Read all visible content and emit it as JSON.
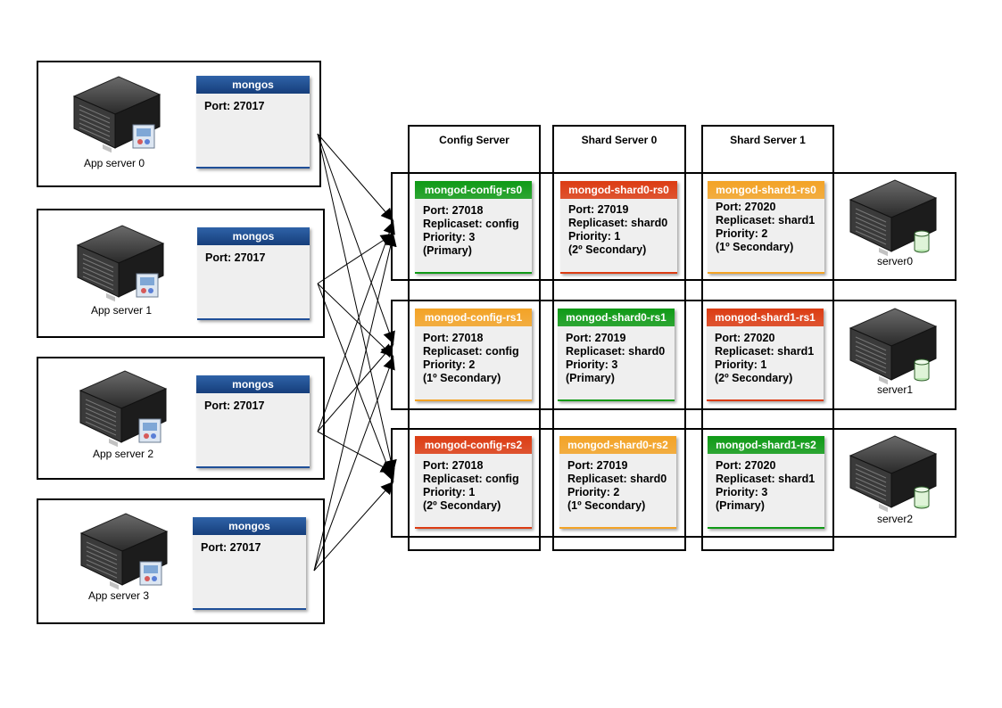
{
  "colors": {
    "green": "#0f9a16",
    "red": "#dc3c13",
    "orange": "#f3a326",
    "mongos_blue": "#1f4f98"
  },
  "app_servers": [
    {
      "label": "App server 0",
      "mongos_title": "mongos",
      "port": "Port: 27017"
    },
    {
      "label": "App server 1",
      "mongos_title": "mongos",
      "port": "Port: 27017"
    },
    {
      "label": "App server 2",
      "mongos_title": "mongos",
      "port": "Port: 27017"
    },
    {
      "label": "App server 3",
      "mongos_title": "mongos",
      "port": "Port: 27017"
    }
  ],
  "columns": [
    "Config Server",
    "Shard Server 0",
    "Shard Server 1"
  ],
  "rows": [
    {
      "server_label": "server0",
      "cards": [
        {
          "title": "mongod-config-rs0",
          "color": "green",
          "lines": [
            "Port: 27018",
            "Replicaset: config",
            "Priority: 3",
            "(Primary)"
          ]
        },
        {
          "title": "mongod-shard0-rs0",
          "color": "red",
          "lines": [
            "Port: 27019",
            "Replicaset: shard0",
            "Priority: 1",
            "(2º Secondary)"
          ]
        },
        {
          "title": "mongod-shard1-rs0",
          "color": "orange",
          "lines": [
            "Port: 27020",
            "Replicaset: shard1",
            "Priority: 2",
            "(1º Secondary)"
          ]
        }
      ]
    },
    {
      "server_label": "server1",
      "cards": [
        {
          "title": "mongod-config-rs1",
          "color": "orange",
          "lines": [
            "Port: 27018",
            "Replicaset: config",
            "Priority: 2",
            "(1º Secondary)"
          ]
        },
        {
          "title": "mongod-shard0-rs1",
          "color": "green",
          "lines": [
            "Port: 27019",
            "Replicaset: shard0",
            "Priority: 3",
            "(Primary)"
          ]
        },
        {
          "title": "mongod-shard1-rs1",
          "color": "red",
          "lines": [
            "Port: 27020",
            "Replicaset: shard1",
            "Priority: 1",
            "(2º Secondary)"
          ]
        }
      ]
    },
    {
      "server_label": "server2",
      "cards": [
        {
          "title": "mongod-config-rs2",
          "color": "red",
          "lines": [
            "Port: 27018",
            "Replicaset: config",
            "Priority: 1",
            "(2º Secondary)"
          ]
        },
        {
          "title": "mongod-shard0-rs2",
          "color": "orange",
          "lines": [
            "Port: 27019",
            "Replicaset: shard0",
            "Priority: 2",
            "(1º Secondary)"
          ]
        },
        {
          "title": "mongod-shard1-rs2",
          "color": "green",
          "lines": [
            "Port: 27020",
            "Replicaset: shard1",
            "Priority: 3",
            "(Primary)"
          ]
        }
      ]
    }
  ]
}
